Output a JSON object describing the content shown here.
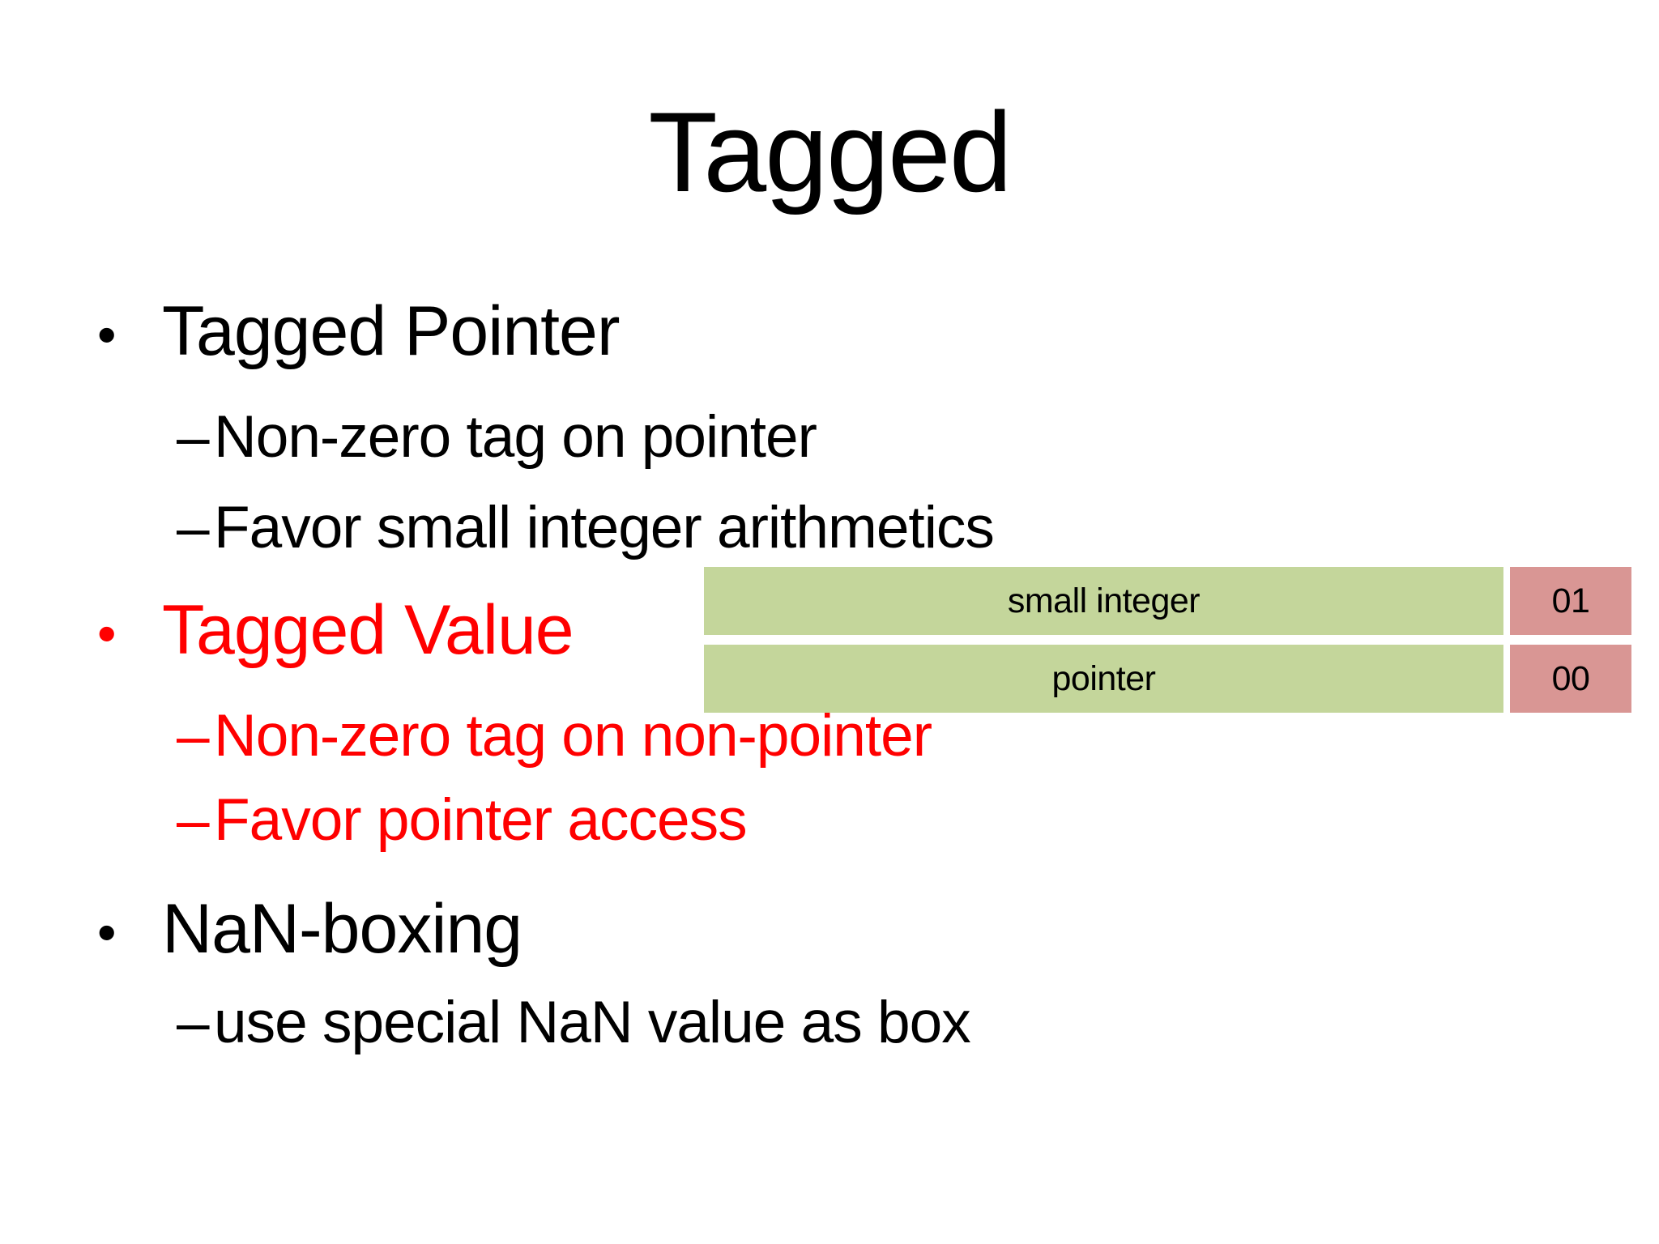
{
  "slide": {
    "title": "Tagged",
    "markers": {
      "bullet": "•",
      "dash": "–"
    },
    "colors": {
      "black": "#000000",
      "red": "#ff0000"
    },
    "bullets": [
      {
        "level": 1,
        "text": "Tagged Pointer",
        "color": "#000000"
      },
      {
        "level": 2,
        "text": "Non-zero tag on pointer",
        "color": "#000000"
      },
      {
        "level": 2,
        "text": "Favor small integer arithmetics",
        "color": "#000000"
      },
      {
        "level": 1,
        "text": "Tagged Value",
        "color": "#ff0000"
      },
      {
        "level": 2,
        "text": "Non-zero tag on non-pointer",
        "color": "#ff0000"
      },
      {
        "level": 2,
        "text": "Favor pointer access",
        "color": "#ff0000"
      },
      {
        "level": 1,
        "text": "NaN-boxing",
        "color": "#000000"
      },
      {
        "level": 2,
        "text": "use special NaN value as box",
        "color": "#000000"
      }
    ],
    "diagram": {
      "label_bg": "#c4d69b",
      "tag_bg": "#d99694",
      "rows": [
        {
          "label": "small integer",
          "tag": "01"
        },
        {
          "label": "pointer",
          "tag": "00"
        }
      ]
    }
  }
}
